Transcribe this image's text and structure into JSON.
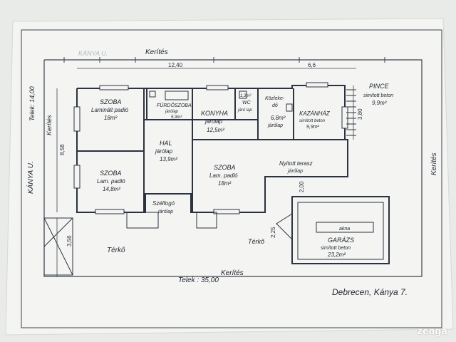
{
  "fence": {
    "top": "Kerítés",
    "bottom": "Kerítés",
    "left": "Kerítés",
    "right": "Kerítés",
    "top_faded": "KÁNYA U."
  },
  "street": "KÁNYA U.",
  "lot": {
    "left_label": "Telek: 14,00",
    "bottom_label": "Telek : 35,00"
  },
  "dims": {
    "top_total": "12,40",
    "top_right": "6,6",
    "left_total": "8,58",
    "bottom_left": "3,56",
    "pince_h": "3,80",
    "garage_gap": "2,25",
    "gap2": "2,00"
  },
  "rooms": {
    "szoba1": {
      "name": "SZOBA",
      "floor": "Laminált padló",
      "area": "18m²"
    },
    "szoba2": {
      "name": "SZOBA",
      "floor": "Lam. padló",
      "area": "14,8m²"
    },
    "furdo": {
      "name": "FÜRDŐSZOBA",
      "floor": "járólap",
      "area": "5,9m²"
    },
    "wc": {
      "name": "WC",
      "floor": "járó lap",
      "area": "1,3m²"
    },
    "konyha": {
      "name": "KONYHA",
      "floor": "járólap",
      "area": "12,5m²"
    },
    "kozleked": {
      "name": "Közleke-",
      "line2": "dő",
      "area": "6,8m²",
      "floor": "járólap"
    },
    "kazan": {
      "name": "KAZÁNHÁZ",
      "floor": "simított beton",
      "area": "9,9m²"
    },
    "pince": {
      "name": "PINCE",
      "floor": "simított beton",
      "area": "9,9m²"
    },
    "hal": {
      "name": "HAL",
      "floor": "járólap",
      "area": "13,9m²"
    },
    "szoba3": {
      "name": "SZOBA",
      "floor": "Lam. padló",
      "area": "18m²"
    },
    "terasz": {
      "name": "Nyitott terasz",
      "floor": "járólap"
    },
    "szelfogo": {
      "name": "Szélfogó",
      "floor": "járólap"
    },
    "garazs": {
      "name": "GARÁZS",
      "floor": "simított beton",
      "area": "23,2m²",
      "akna": "akna"
    }
  },
  "terko": [
    "Térkő",
    "Térkő"
  ],
  "address": "Debrecen, Kánya 7.",
  "watermark": "zenga"
}
